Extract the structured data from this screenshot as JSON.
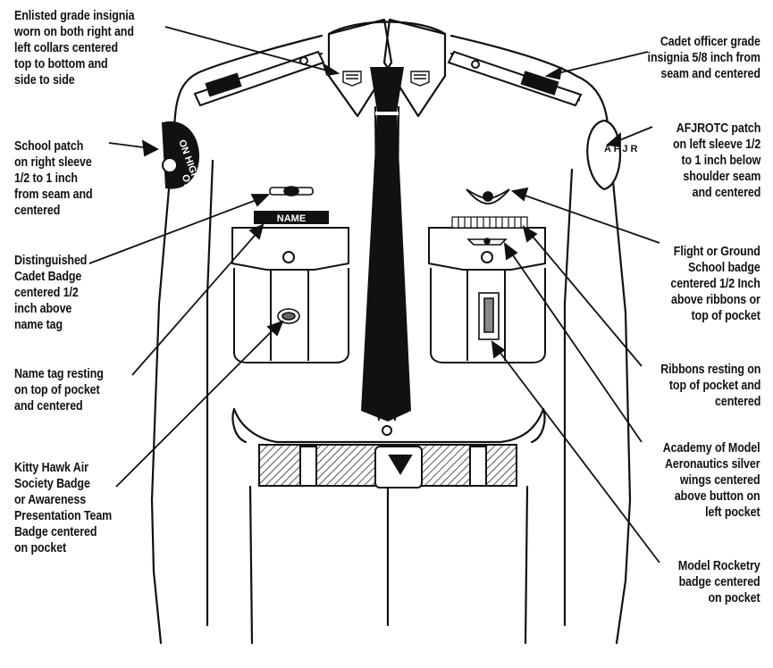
{
  "labels": {
    "enlisted_grade": "Enlisted grade insignia\nworn on both right and\nleft collars centered\ntop to bottom and\nside to side",
    "school_patch": "School patch\non right sleeve\n1/2 to 1 inch\nfrom seam and\ncentered",
    "distinguished_cadet": "Distinguished\nCadet Badge\ncentered 1/2\ninch above\nname tag",
    "name_tag": "Name tag resting\non top of pocket\nand centered",
    "kitty_hawk": "Kitty Hawk Air\nSociety Badge\nor Awareness\nPresentation Team\nBadge centered\non pocket",
    "cadet_officer": "Cadet officer grade\ninsignia 5/8 inch from\nseam and centered",
    "afjrotc_patch": "AFJROTC patch\non left sleeve 1/2\nto 1 inch below\nshoulder seam\nand centered",
    "flight_ground": "Flight or Ground\nSchool badge\ncentered 1/2 Inch\nabove ribbons or\ntop of pocket",
    "ribbons": "Ribbons resting on\ntop of pocket and\ncentered",
    "model_aero": "Academy of Model\nAeronautics silver\nwings centered\nabove button on\nleft pocket",
    "model_rocketry": "Model Rocketry\nbadge centered\non pocket"
  },
  "shirt": {
    "name_tag_text": "NAME",
    "school_patch_text": "ON HIGH",
    "school_patch_text2": "OTC",
    "afjrotc_text": "A F J R"
  },
  "colors": {
    "ink": "#111111",
    "paper": "#ffffff",
    "hatch": "#888888"
  }
}
